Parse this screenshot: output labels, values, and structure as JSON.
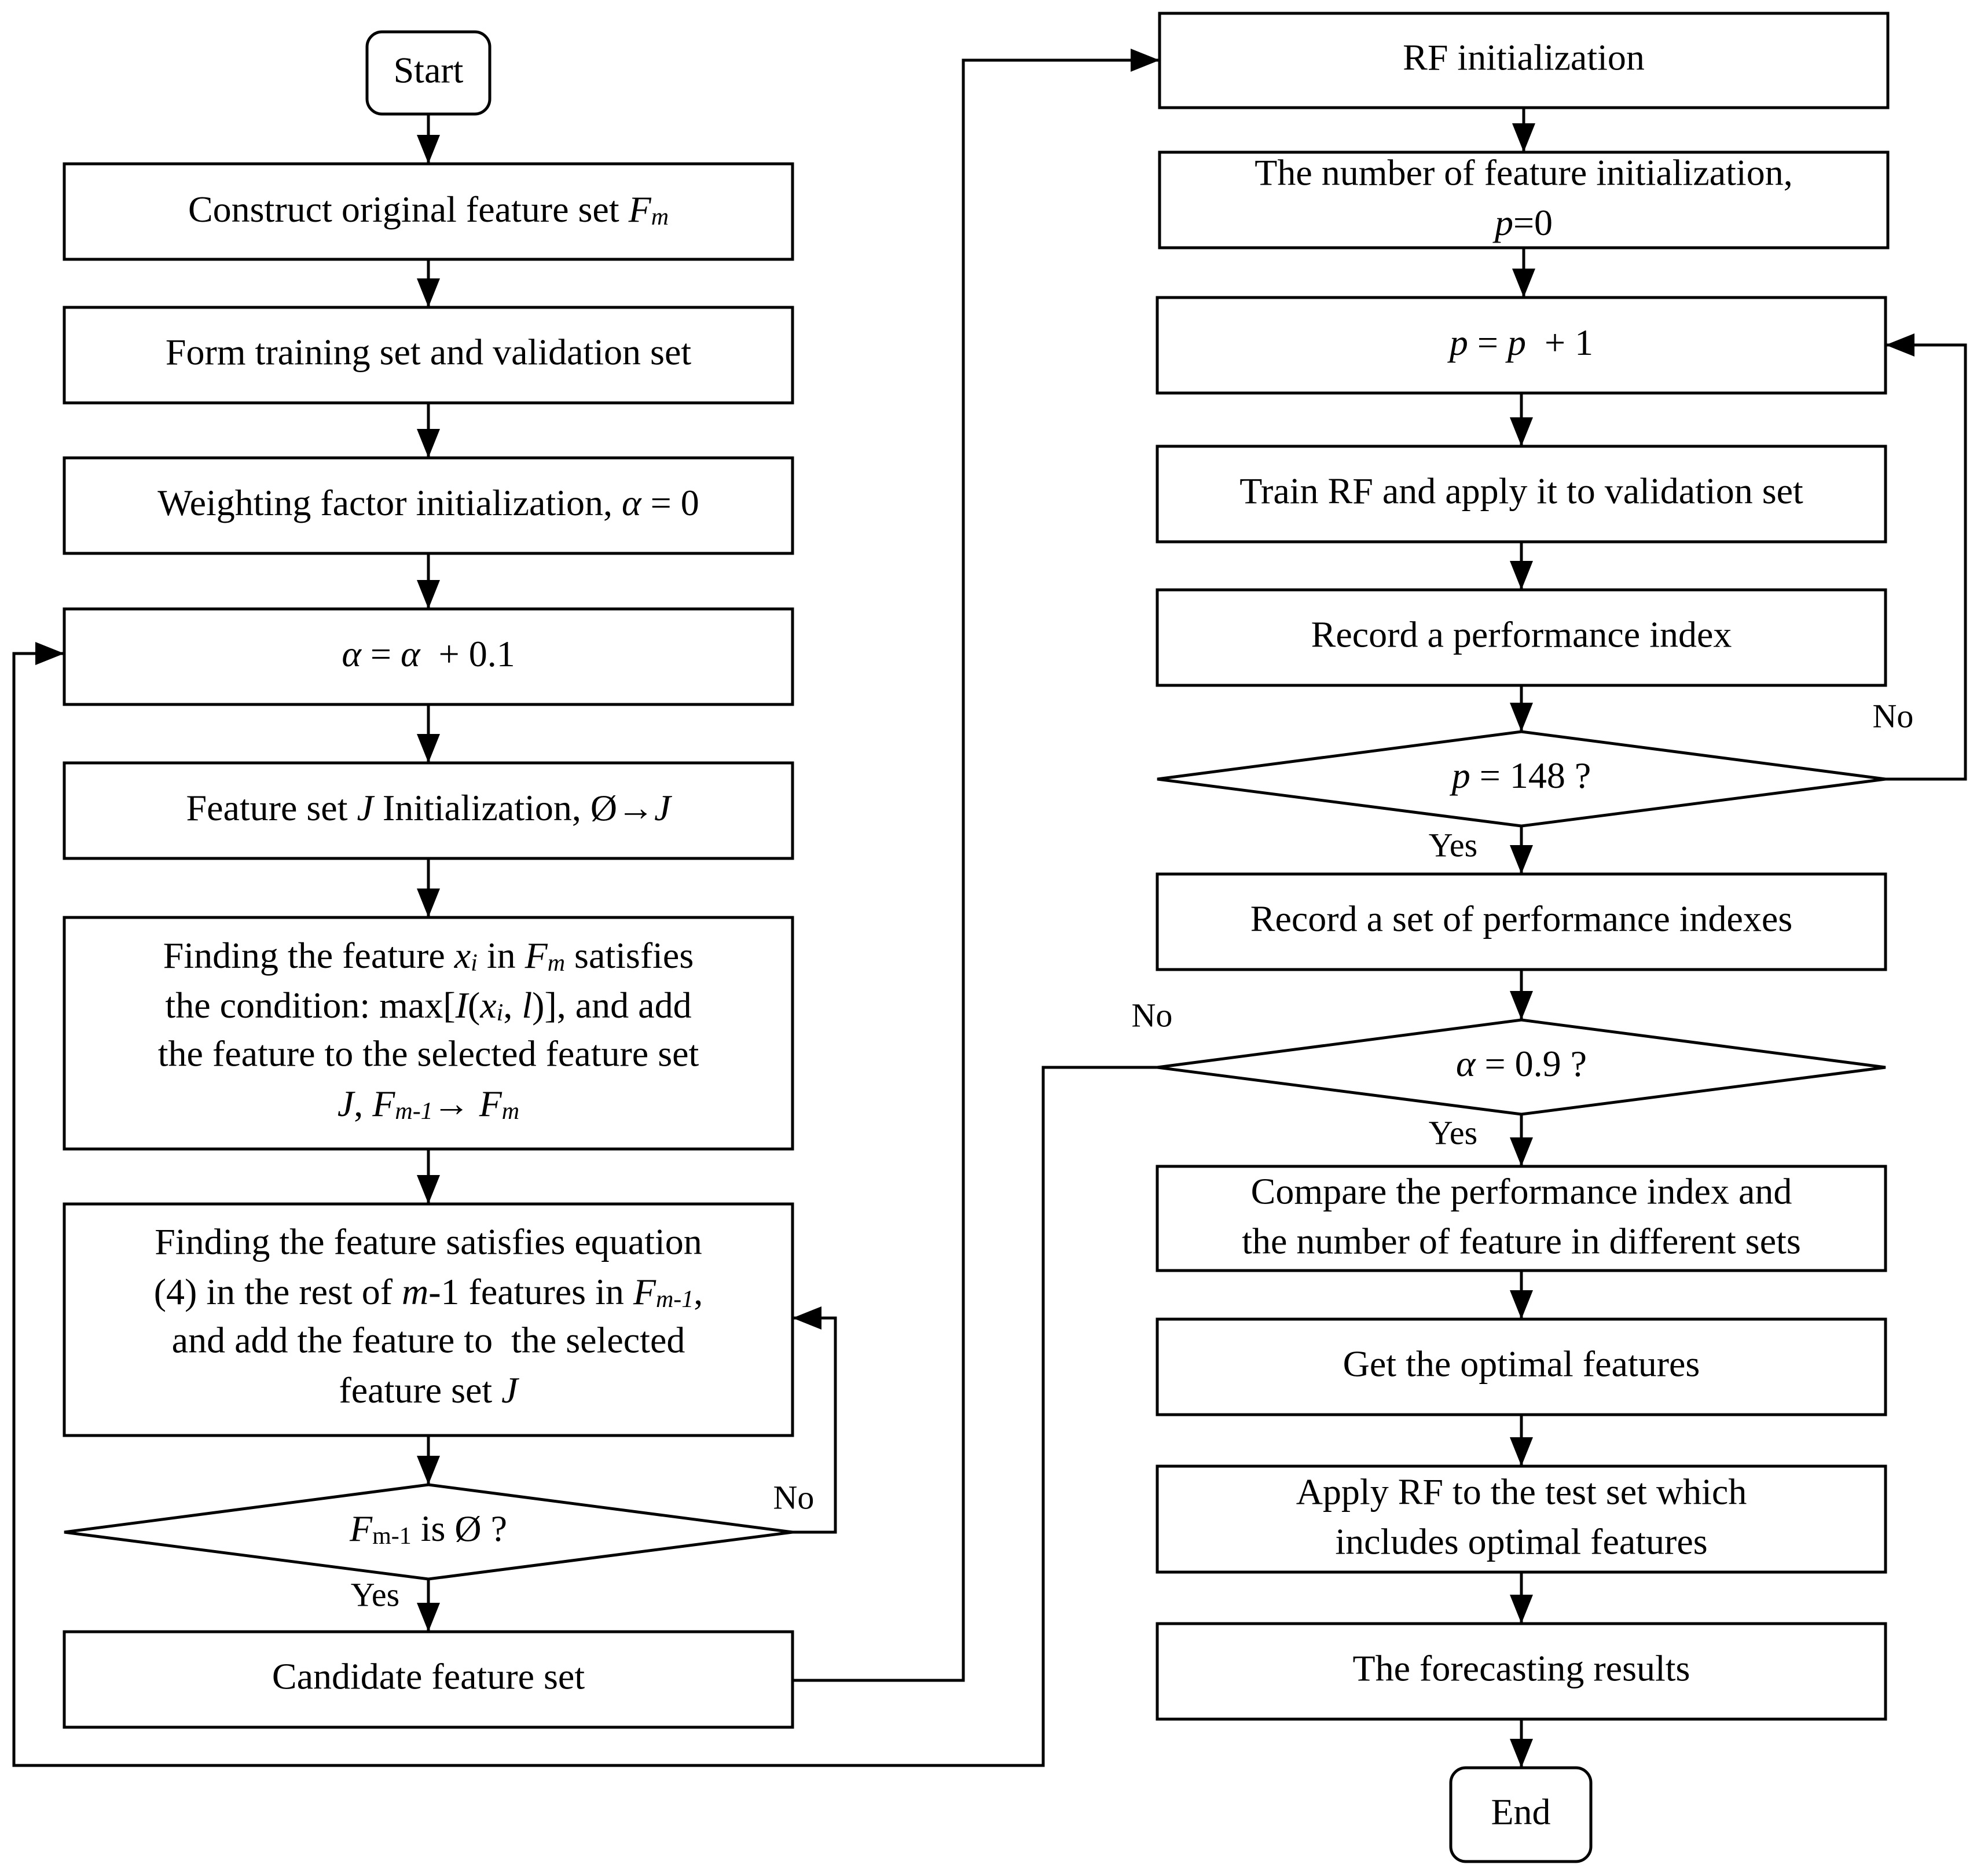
{
  "diagram": {
    "nodes": {
      "start": {
        "text": "Start"
      },
      "construct": {
        "pre": "Construct original feature set ",
        "var": "F",
        "sub": "m"
      },
      "form_sets": {
        "text": "Form training set and validation set"
      },
      "alpha_init": {
        "pre": "Weighting factor initialization, ",
        "var": "α",
        "post": " = 0"
      },
      "alpha_inc": {
        "var1": "α",
        "mid": " = ",
        "var2": "α",
        "post": "  + 0.1"
      },
      "j_init": {
        "pre": "Feature set ",
        "var1": "J",
        "mid": " Initialization, Ø→",
        "var2": "J"
      },
      "find_max": {
        "l1_pre": "Finding the feature ",
        "l1_x": "x",
        "l1_i": "i",
        "l1_in": " in ",
        "l1_F": "F",
        "l1_m": "m",
        "l1_post": " satisfies",
        "l2_pre": "the condition: max[",
        "l2_I": "I",
        "l2_open": "(",
        "l2_x": "x",
        "l2_i": "i",
        "l2_comma": ", ",
        "l2_l": "l",
        "l2_post": ")], and add",
        "l3": "the feature to the selected feature set",
        "l4_J": "J",
        "l4_comma": ", ",
        "l4_F1": "F",
        "l4_sub1": "m-1",
        "l4_arrow": "→ ",
        "l4_F2": "F",
        "l4_sub2": "m"
      },
      "find_eq": {
        "l1": "Finding the feature satisfies equation",
        "l2_pre": "(4) in the rest of ",
        "l2_m": "m",
        "l2_mid": "-1 features in ",
        "l2_F": "F",
        "l2_sub": "m-1",
        "l2_post": ",",
        "l3": "and add the feature to  the selected",
        "l4_pre": "feature set ",
        "l4_J": "J"
      },
      "fm_empty": {
        "var": "F",
        "sub": "m-1",
        "post": " is Ø ?"
      },
      "candidate": {
        "text": "Candidate feature set"
      },
      "rf_init": {
        "text": "RF initialization"
      },
      "p_init": {
        "l1": "The number of feature initialization,",
        "l2_var": "p",
        "l2_post": "=0"
      },
      "p_inc": {
        "var1": "p",
        "mid": " = ",
        "var2": "p",
        "post": "  + 1"
      },
      "train_rf": {
        "text": "Train RF and apply it to validation set"
      },
      "record_one": {
        "text": "Record a performance index"
      },
      "p_check": {
        "var": "p",
        "post": " = 148 ?"
      },
      "record_set": {
        "text": "Record a set of performance indexes"
      },
      "alpha_check": {
        "var": "α",
        "post": " = 0.9 ?"
      },
      "compare": {
        "l1": "Compare the performance index and",
        "l2": "the number of feature in different sets"
      },
      "optimal": {
        "text": "Get the optimal features"
      },
      "apply_rf": {
        "l1": "Apply RF to the test set which",
        "l2": "includes optimal features"
      },
      "results": {
        "text": "The forecasting results"
      },
      "end": {
        "text": "End"
      }
    },
    "edge_labels": {
      "fm_empty_no": "No",
      "fm_empty_yes": "Yes",
      "p_check_no": "No",
      "p_check_yes": "Yes",
      "alpha_check_no": "No",
      "alpha_check_yes": "Yes"
    }
  }
}
